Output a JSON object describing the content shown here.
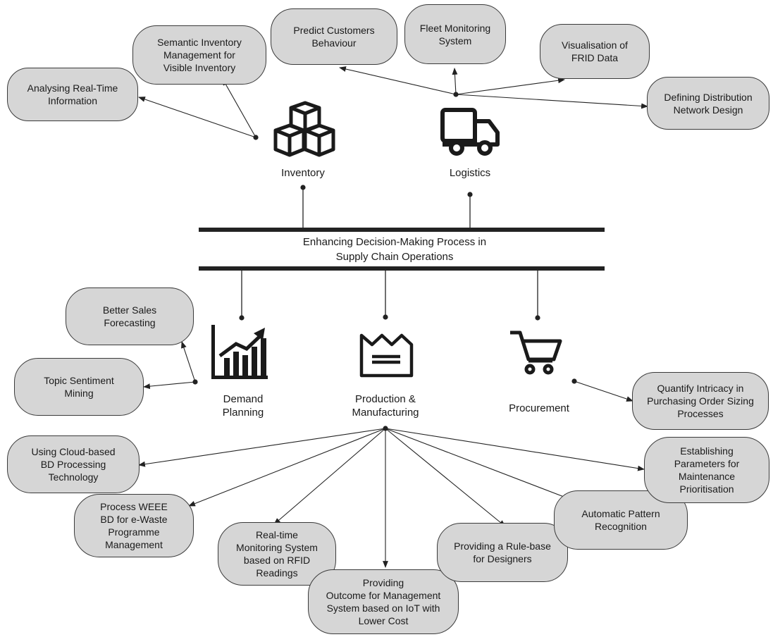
{
  "title": "Enhancing Decision-Making Process in\nSupply Chain Operations",
  "categories": {
    "inventory": "Inventory",
    "logistics": "Logistics",
    "demand": "Demand\nPlanning",
    "production": "Production &\nManufacturing",
    "procurement": "Procurement"
  },
  "applications": {
    "analysing_realtime": "Analysing Real-Time\nInformation",
    "semantic_inventory": "Semantic Inventory\nManagement for\nVisible Inventory",
    "predict_customers": "Predict Customers\nBehaviour",
    "fleet_monitoring": "Fleet Monitoring\nSystem",
    "visualisation_frid": "Visualisation of\nFRID Data",
    "distribution_network": "Defining Distribution\nNetwork Design",
    "better_sales": "Better Sales\nForecasting",
    "topic_sentiment": "Topic Sentiment\nMining",
    "quantify_intricacy": "Quantify Intricacy in\nPurchasing Order Sizing\nProcesses",
    "cloud_bd": "Using Cloud-based\nBD Processing\nTechnology",
    "weee": "Process WEEE\nBD for e-Waste\nProgramme\nManagement",
    "realtime_rfid": "Real-time\nMonitoring System\nbased on RFID\nReadings",
    "outcome_iot": "Providing\nOutcome for Management\nSystem based on IoT with\nLower Cost",
    "rule_base": "Providing a Rule-base\nfor Designers",
    "pattern_recognition": "Automatic Pattern\nRecognition",
    "maintenance": "Establishing\nParameters for\nMaintenance\nPrioritisation"
  },
  "icons": {
    "inventory": "boxes-icon",
    "logistics": "truck-icon",
    "demand": "bar-chart-icon",
    "production": "factory-icon",
    "procurement": "shopping-cart-icon"
  }
}
